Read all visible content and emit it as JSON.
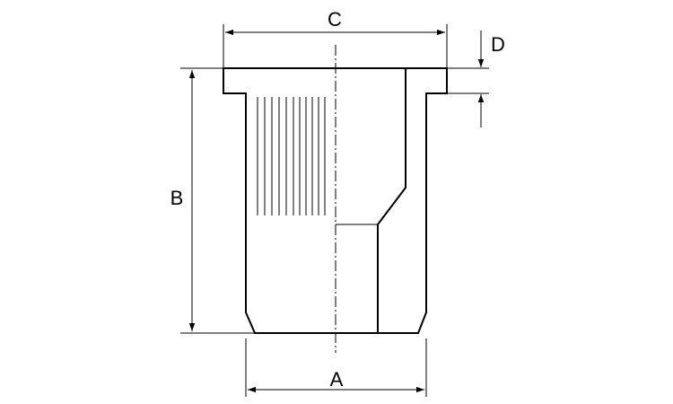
{
  "labels": {
    "dim_a": "A",
    "dim_b": "B",
    "dim_c": "C",
    "dim_d": "D"
  },
  "colors": {
    "line": "#000000",
    "background": "#ffffff"
  }
}
